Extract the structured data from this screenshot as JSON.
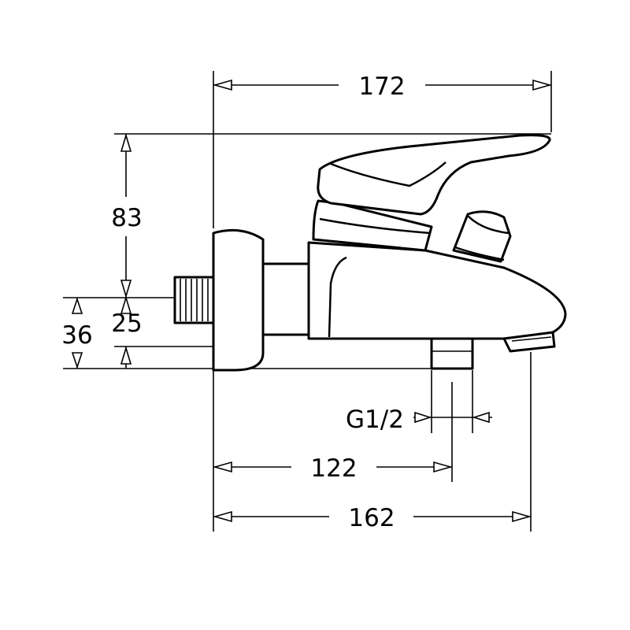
{
  "dimensions": {
    "overall_length": "172",
    "height_to_lever": "83",
    "height_total": "36",
    "height_spout": "25",
    "thread": "G1/2",
    "outlet_distance": "122",
    "spout_length": "162"
  }
}
